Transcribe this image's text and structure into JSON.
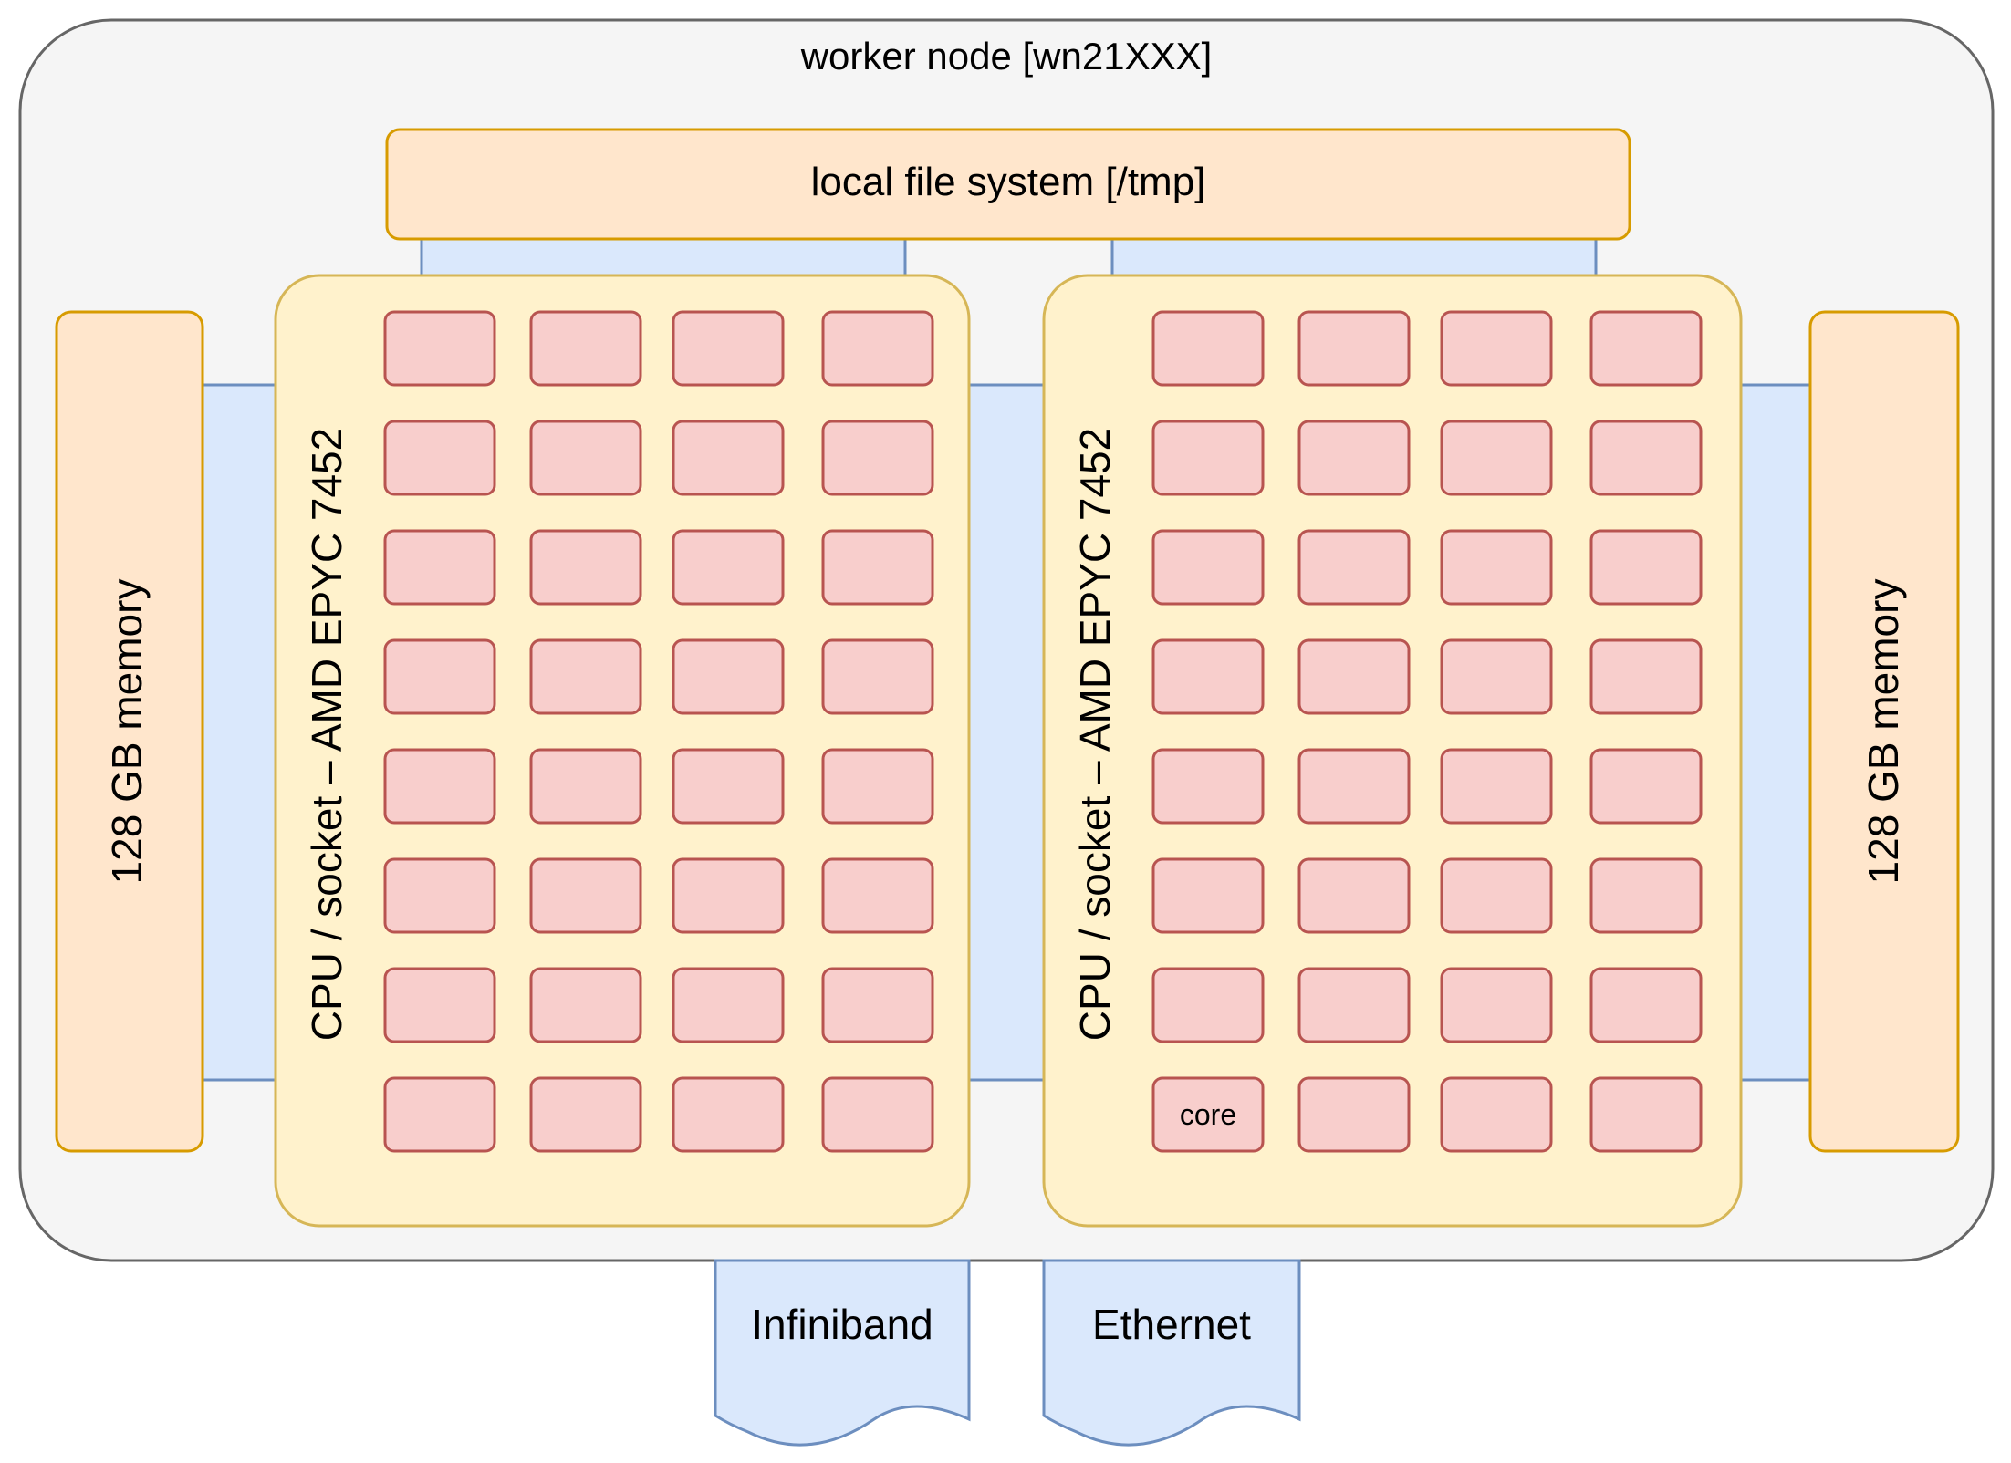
{
  "node": {
    "label": "worker node [wn21XXX]"
  },
  "filesystem": {
    "label": "local file system [/tmp]"
  },
  "memory_left": {
    "label": "128 GB memory"
  },
  "memory_right": {
    "label": "128 GB memory"
  },
  "cpu_left": {
    "label": "CPU / socket – AMD EPYC 7452",
    "core_rows": 8,
    "core_cols": 4
  },
  "cpu_right": {
    "label": "CPU / socket – AMD EPYC 7452",
    "core_rows": 8,
    "core_cols": 4,
    "labeled_core": "core"
  },
  "network": {
    "infiniband": "Infiniband",
    "ethernet": "Ethernet"
  },
  "colors": {
    "node_fill": "#f5f5f5",
    "node_stroke": "#666666",
    "link_fill": "#dae8fc",
    "link_stroke": "#6c8ebf",
    "mem_fill": "#ffe6cc",
    "mem_stroke": "#d79b00",
    "cpu_fill": "#fff2cc",
    "cpu_stroke": "#d6b656",
    "core_fill": "#f8cecc",
    "core_stroke": "#b85450"
  }
}
